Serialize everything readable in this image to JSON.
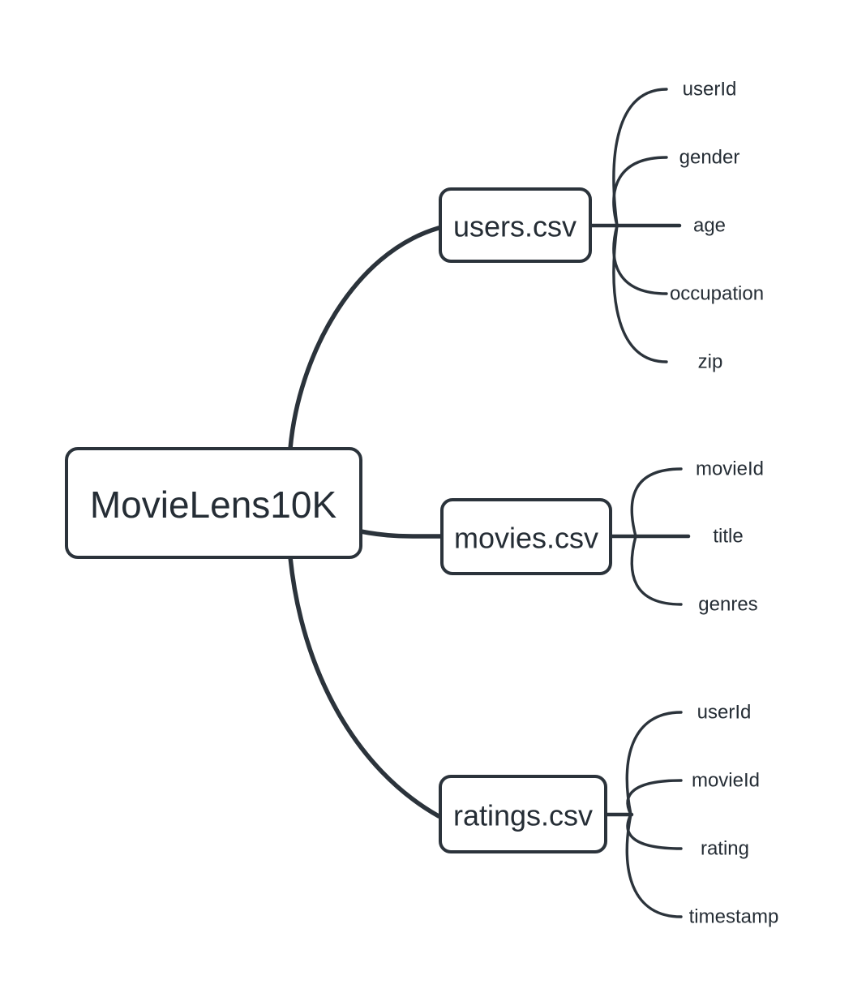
{
  "colors": {
    "line": "#2b333b",
    "text": "#252d35",
    "node_fill": "#ffffff",
    "background": "#ffffff"
  },
  "mindmap": {
    "root": {
      "label": "MovieLens10K"
    },
    "children": [
      {
        "label": "users.csv",
        "fields": [
          "userId",
          "gender",
          "age",
          "occupation",
          "zip"
        ]
      },
      {
        "label": "movies.csv",
        "fields": [
          "movieId",
          "title",
          "genres"
        ]
      },
      {
        "label": "ratings.csv",
        "fields": [
          "userId",
          "movieId",
          "rating",
          "timestamp"
        ]
      }
    ]
  }
}
